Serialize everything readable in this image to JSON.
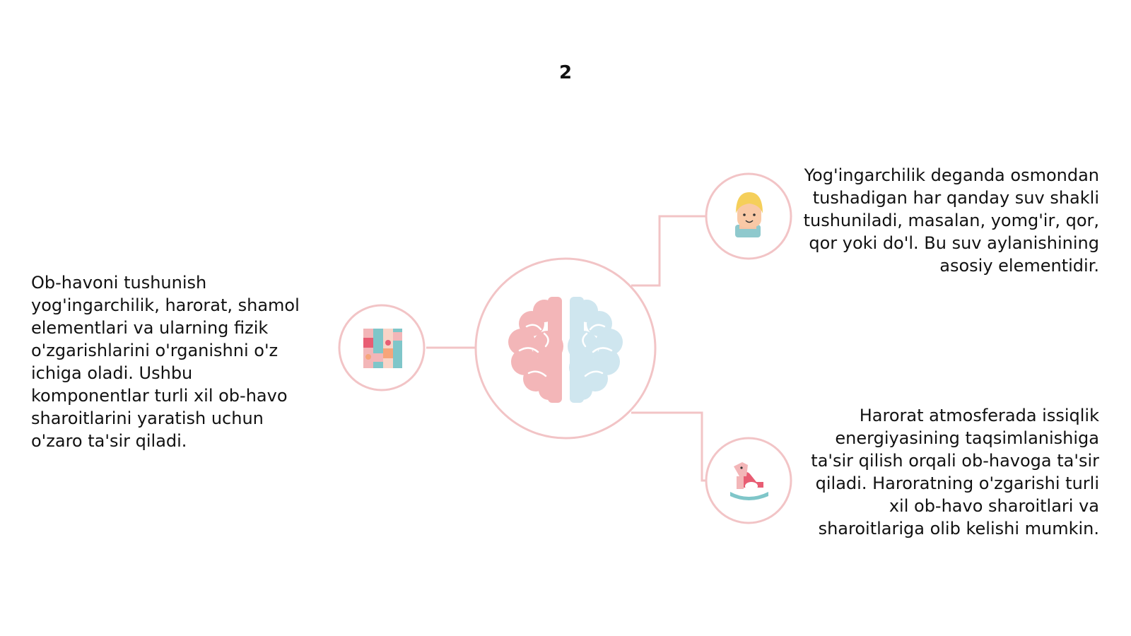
{
  "slide": {
    "page_number": "2"
  },
  "texts": {
    "left": "Ob-havoni tushunish yog'ingarchilik, harorat, shamol elementlari va ularning fizik o'zgarishlarini o'rganishni o'z ichiga oladi. Ushbu komponentlar turli xil ob-havo sharoitlarini yaratish uchun o'zaro ta'sir qiladi.",
    "right_top": "Yog'ingarchilik deganda osmondan tushadigan har qanday suv shakli tushuniladi, masalan, yomg'ir, qor, qor yoki do'l. Bu suv aylanishining asosiy elementidir.",
    "right_bottom": "Harorat atmosferada issiqlik energiyasining taqsimlanishiga ta'sir qilish orqali ob-havoga ta'sir qiladi. Haroratning o'zgarishi turli xil ob-havo sharoitlari va sharoitlariga olib kelishi mumkin."
  },
  "icons": {
    "center": "brain-icon",
    "left": "puzzle-blocks-icon",
    "top_right": "child-face-icon",
    "bottom_right": "rocking-horse-icon"
  },
  "colors": {
    "connector": "#f2c4c6",
    "brain_left": "#f3b6b8",
    "brain_right": "#cfe6ef"
  }
}
